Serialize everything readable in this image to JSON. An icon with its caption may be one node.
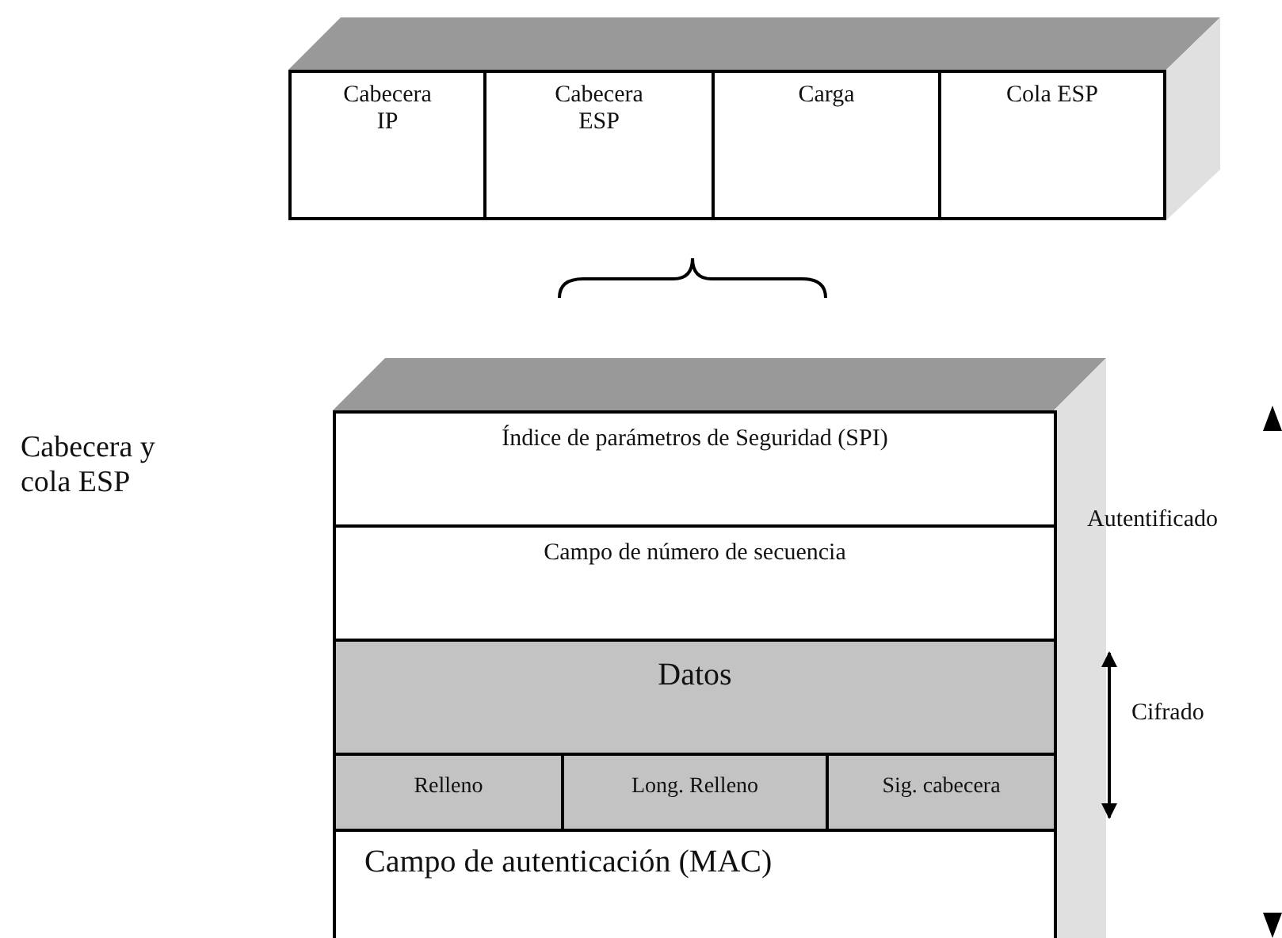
{
  "diagram": {
    "nodes": [
      {
        "text": [
          "Cabecera IP"
        ]
      },
      {
        "text": [
          "Cabecera ESP"
        ]
      },
      {
        "text": [
          "Carga"
        ]
      },
      {
        "text": [
          "Cola ESP"
        ]
      },
      {
        "text": [
          "Índice de parámetros de Seguridad (SPI)"
        ]
      },
      {
        "text": [
          "Campo de número de secuencia"
        ]
      },
      {
        "text": [
          "Datos"
        ]
      },
      {
        "text": [
          "Relleno"
        ]
      },
      {
        "text": [
          "Long. Relleno"
        ]
      },
      {
        "text": [
          "Sig. cabecera"
        ]
      },
      {
        "text": [
          "Campo de autenticación (MAC)"
        ]
      }
    ],
    "edges": [],
    "labels": [
      "Cabecera y cola ESP",
      "Autentificado",
      "Cifrado"
    ]
  }
}
